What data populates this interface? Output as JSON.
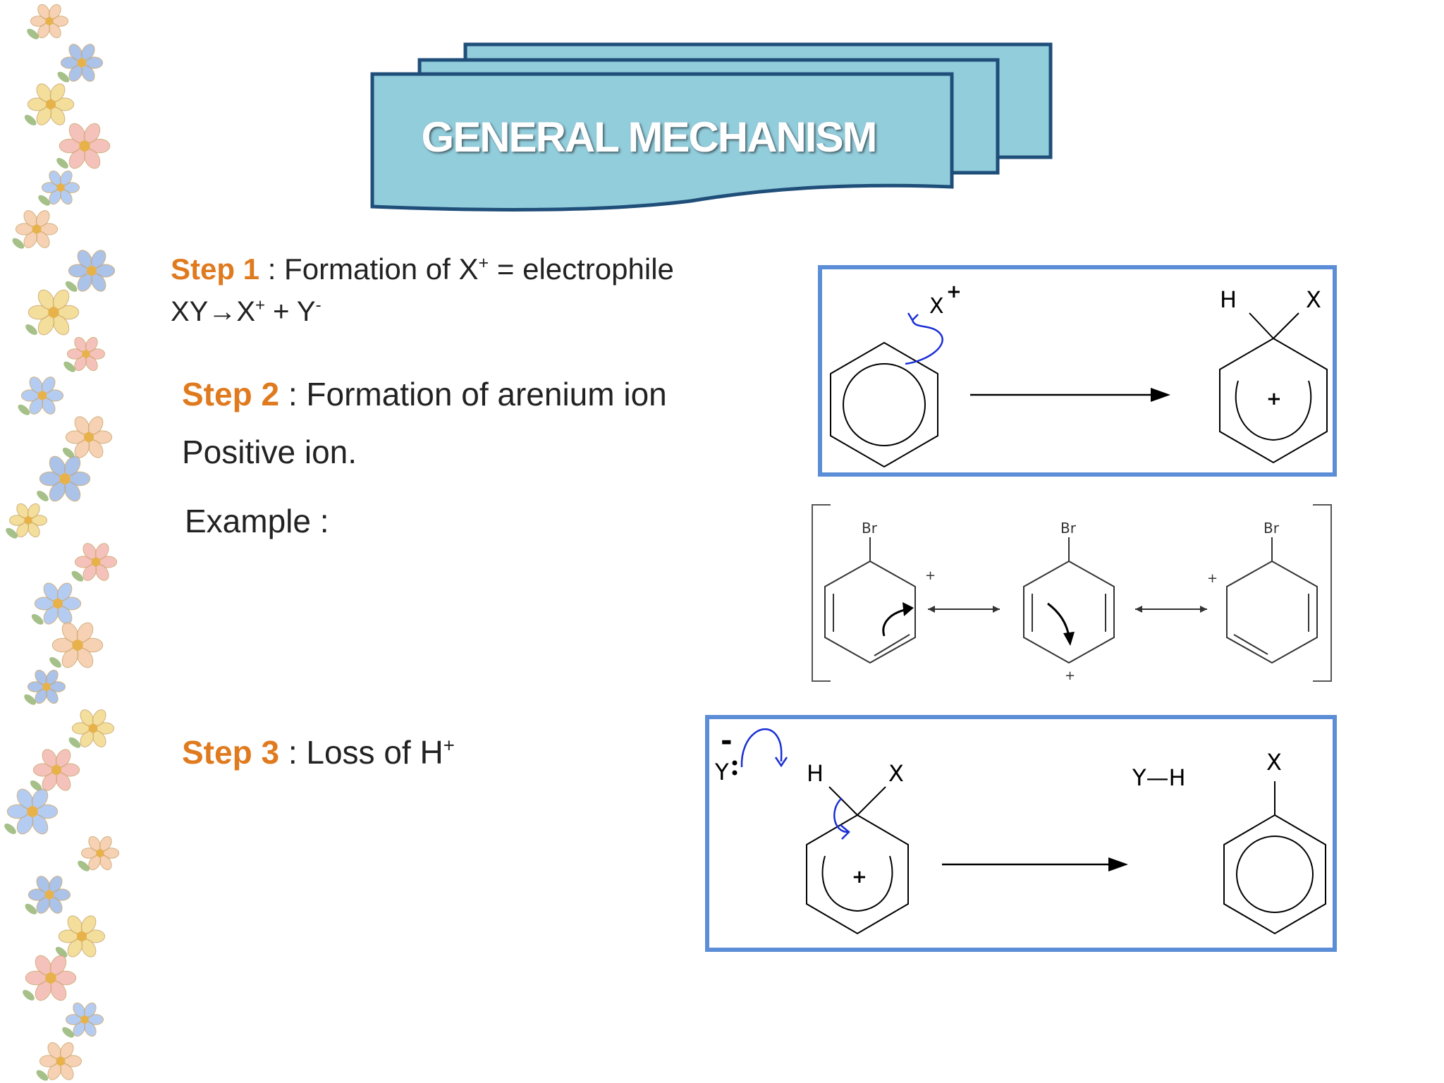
{
  "slide": {
    "title": "GENERAL MECHANISM",
    "step1": {
      "label": "Step 1",
      "text": " : Formation of X",
      "sup": "+",
      "rest": " = electrophile",
      "equation_a": "XY",
      "arrow": "→",
      "equation_b": "X",
      "eq_sup1": "+",
      "equation_c": "  +  Y",
      "eq_sup2": "-"
    },
    "step2": {
      "label": "Step 2",
      "text": " : Formation of arenium ion",
      "line2": "Positive ion.",
      "example": "Example :"
    },
    "step3": {
      "label": "Step 3",
      "text": " : Loss of H",
      "sup": "+"
    }
  },
  "diagram1": {
    "reagent": "X",
    "reagent_charge": "+",
    "product_h": "H",
    "product_x": "X",
    "center_charge": "+"
  },
  "diagram2": {
    "substituent": "Br",
    "plus": "+"
  },
  "diagram3": {
    "base": "Y",
    "base_charge": "-",
    "h": "H",
    "x": "X",
    "center_charge": "+",
    "byproduct": "Y—H",
    "product_x": "X"
  },
  "colors": {
    "step_label": "#e07a1f",
    "box_border": "#5b8ed6",
    "banner_fill": "#92cddc",
    "banner_stroke": "#1f4e79",
    "arrow_blue": "#1a2fd6"
  }
}
